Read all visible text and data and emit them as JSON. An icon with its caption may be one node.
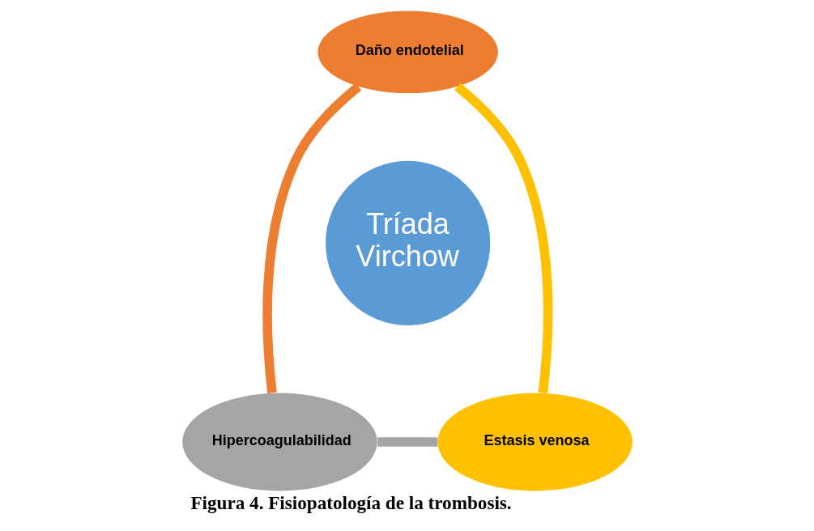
{
  "diagram": {
    "caption": "Figura 4. Fisiopatología de la trombosis.",
    "nodes": [
      {
        "text": [
          "Daño endotelial"
        ]
      },
      {
        "text": [
          "Hipercoagulabilidad"
        ]
      },
      {
        "text": [
          "Estasis venosa"
        ]
      },
      {
        "text": [
          "Tríada Virchow"
        ]
      }
    ],
    "edges": [
      {
        "from": 0,
        "to": 1,
        "arrow": "none",
        "color": "#ed7d31"
      },
      {
        "from": 1,
        "to": 2,
        "arrow": "none",
        "color": "#a5a5a5"
      },
      {
        "from": 2,
        "to": 0,
        "arrow": "none",
        "color": "#ffc000"
      }
    ]
  }
}
